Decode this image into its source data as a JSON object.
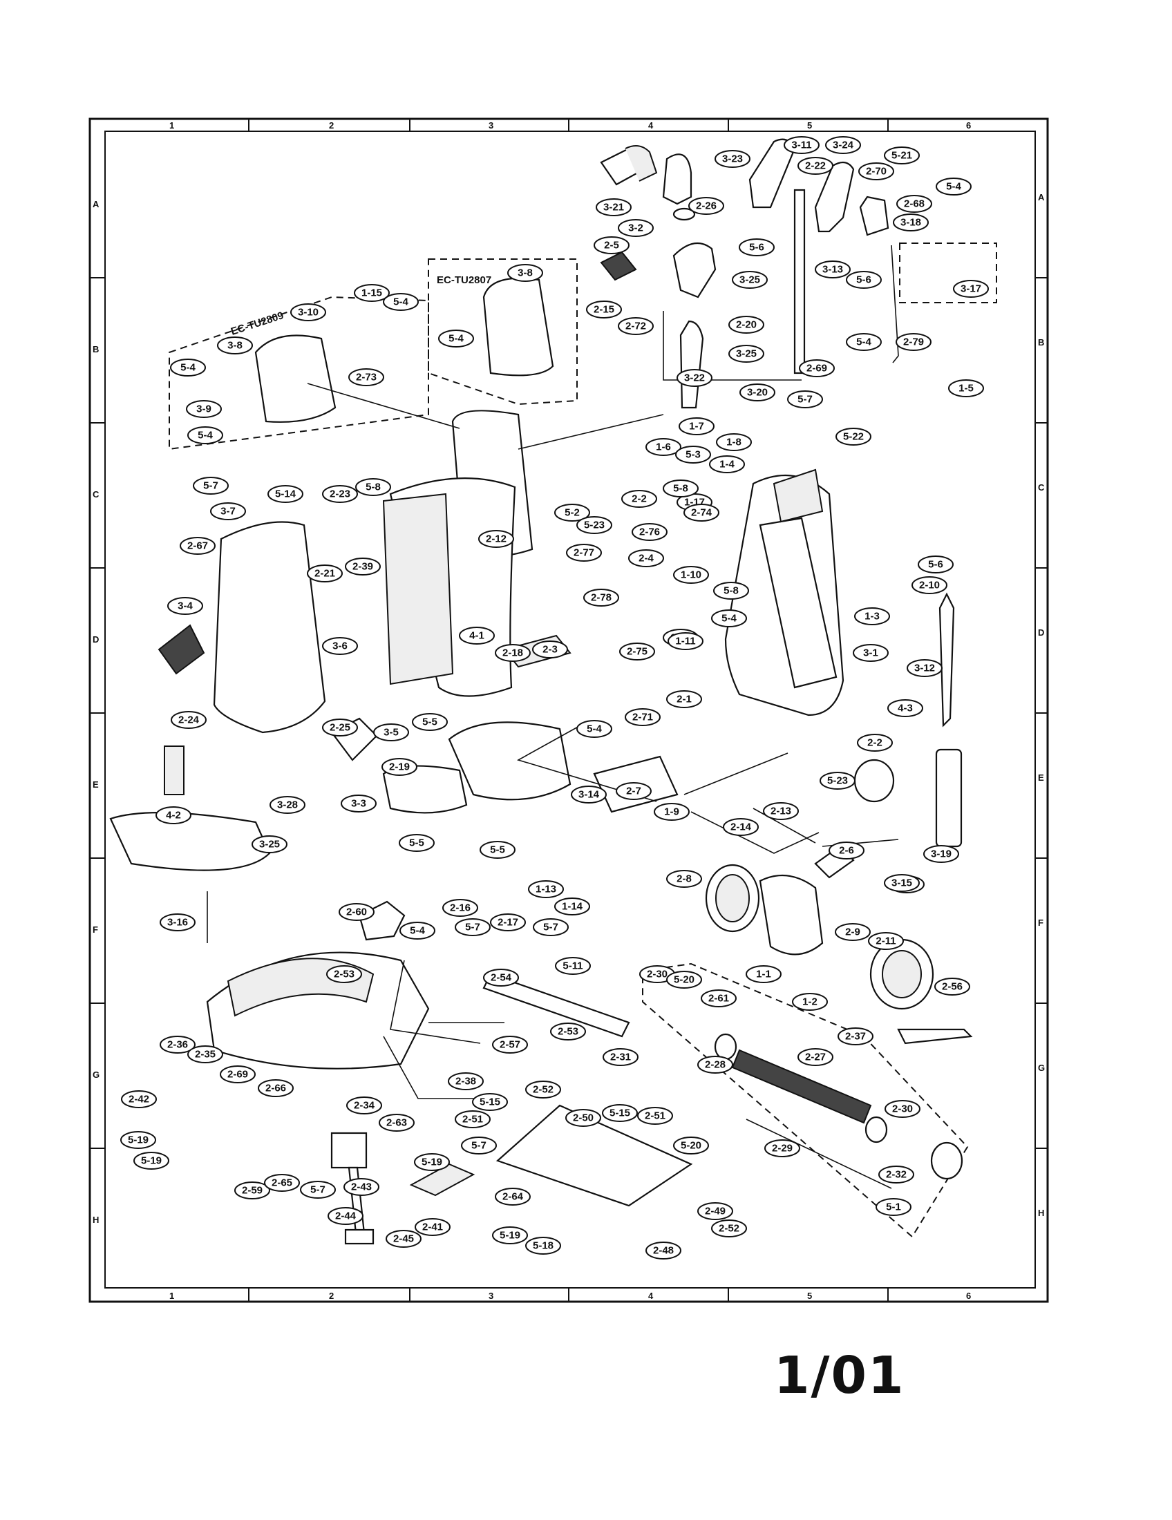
{
  "page_label": "1/01",
  "models": [
    "EC-TU2809",
    "EC-TU2807"
  ],
  "grid": {
    "columns": [
      "1",
      "2",
      "3",
      "4",
      "5",
      "6"
    ],
    "rows": [
      "A",
      "B",
      "C",
      "D",
      "E",
      "F",
      "G",
      "H"
    ]
  },
  "callouts": [
    "3-21",
    "2-26",
    "3-23",
    "3-11",
    "3-24",
    "2-22",
    "2-70",
    "5-21",
    "5-4",
    "2-68",
    "3-2",
    "2-5",
    "5-6",
    "3-18",
    "2-15",
    "2-72",
    "2-20",
    "3-25",
    "3-13",
    "5-6",
    "3-17",
    "3-25",
    "2-69",
    "5-4",
    "2-79",
    "3-10",
    "1-15",
    "5-4",
    "3-8",
    "2-73",
    "5-4",
    "3-9",
    "5-4",
    "3-8",
    "5-4",
    "3-22",
    "3-20",
    "5-7",
    "1-5",
    "5-7",
    "5-14",
    "3-7",
    "2-23",
    "5-8",
    "2-67",
    "2-21",
    "2-39",
    "2-12",
    "1-7",
    "1-6",
    "5-3",
    "1-8",
    "1-4",
    "1-17",
    "5-22",
    "5-2",
    "2-2",
    "5-23",
    "5-8",
    "2-76",
    "2-74",
    "2-77",
    "2-4",
    "1-10",
    "2-78",
    "5-8",
    "5-4",
    "1-12",
    "1-11",
    "5-6",
    "2-10",
    "1-3",
    "3-4",
    "3-6",
    "4-1",
    "2-18",
    "2-3",
    "2-75",
    "2-1",
    "2-71",
    "5-4",
    "3-1",
    "3-12",
    "2-24",
    "2-25",
    "3-5",
    "5-5",
    "2-19",
    "3-14",
    "3-3",
    "2-7",
    "1-9",
    "4-3",
    "2-2",
    "5-23",
    "4-2",
    "3-28",
    "3-25",
    "2-14",
    "2-13",
    "2-6",
    "3-19",
    "5-5",
    "5-5",
    "1-13",
    "1-14",
    "2-16",
    "2-17",
    "5-7",
    "5-7",
    "3-16",
    "2-60",
    "5-4",
    "2-8",
    "1-1",
    "2-9",
    "2-11",
    "1-2",
    "5-2",
    "3-15",
    "2-53",
    "2-54",
    "5-11",
    "2-30",
    "5-20",
    "2-61",
    "2-56",
    "2-57",
    "2-53",
    "2-31",
    "2-28",
    "2-27",
    "2-37",
    "2-36",
    "2-35",
    "2-69",
    "2-66",
    "2-38",
    "2-42",
    "2-34",
    "2-51",
    "2-52",
    "5-15",
    "2-50",
    "5-15",
    "2-51",
    "5-20",
    "2-30",
    "2-63",
    "5-7",
    "5-19",
    "5-19",
    "2-29",
    "2-32",
    "2-59",
    "2-65",
    "5-7",
    "2-43",
    "5-19",
    "2-64",
    "5-1",
    "2-44",
    "2-41",
    "5-19",
    "2-49",
    "2-52",
    "2-45",
    "5-18",
    "2-48"
  ]
}
